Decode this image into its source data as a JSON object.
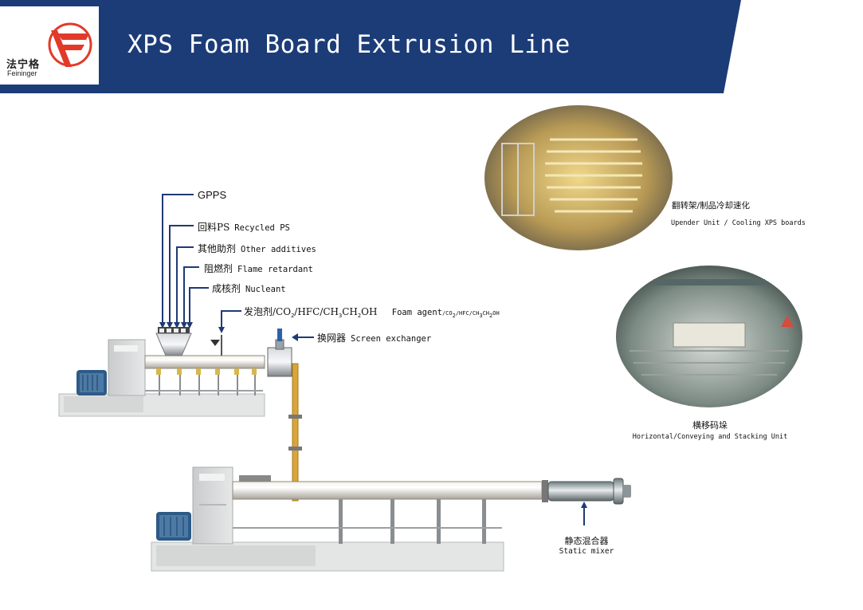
{
  "header": {
    "title": "XPS Foam Board Extrusion Line",
    "logo_cn": "法宁格",
    "logo_en": "Feininger",
    "bar_color": "#1c3c78",
    "logo_color": "#e23a2a"
  },
  "inputs": {
    "gpps": "GPPS",
    "recycled_cn": "回料PS",
    "recycled_en": "Recycled PS",
    "additives_cn": "其他助剂",
    "additives_en": "Other additives",
    "flame_cn": "阻燃剂",
    "flame_en": "Flame retardant",
    "nucleant_cn": "成核剂",
    "nucleant_en": "Nucleant",
    "foam_cn_a": "发泡剂/CO",
    "foam_cn_b": "/HFC/CH",
    "foam_cn_c": "CH",
    "foam_cn_d": "OH",
    "foam_en": "Foam agent",
    "foam_en_small_a": "/CO",
    "foam_en_small_b": "/HFC/CH",
    "foam_en_small_c": "CH",
    "foam_en_small_d": "OH",
    "sub_2": "2",
    "sub_3": "3"
  },
  "equipment": {
    "screen_cn": "换网器",
    "screen_en": "Screen exchanger",
    "mixer_cn": "静态混合器",
    "mixer_en": "Static mixer"
  },
  "photos": {
    "upender_cn": "翻转架/制品冷却速化",
    "upender_en": "Upender Unit / Cooling XPS boards",
    "stacking_cn": "横移码垛",
    "stacking_en": "Horizontal/Conveying and Stacking Unit"
  }
}
